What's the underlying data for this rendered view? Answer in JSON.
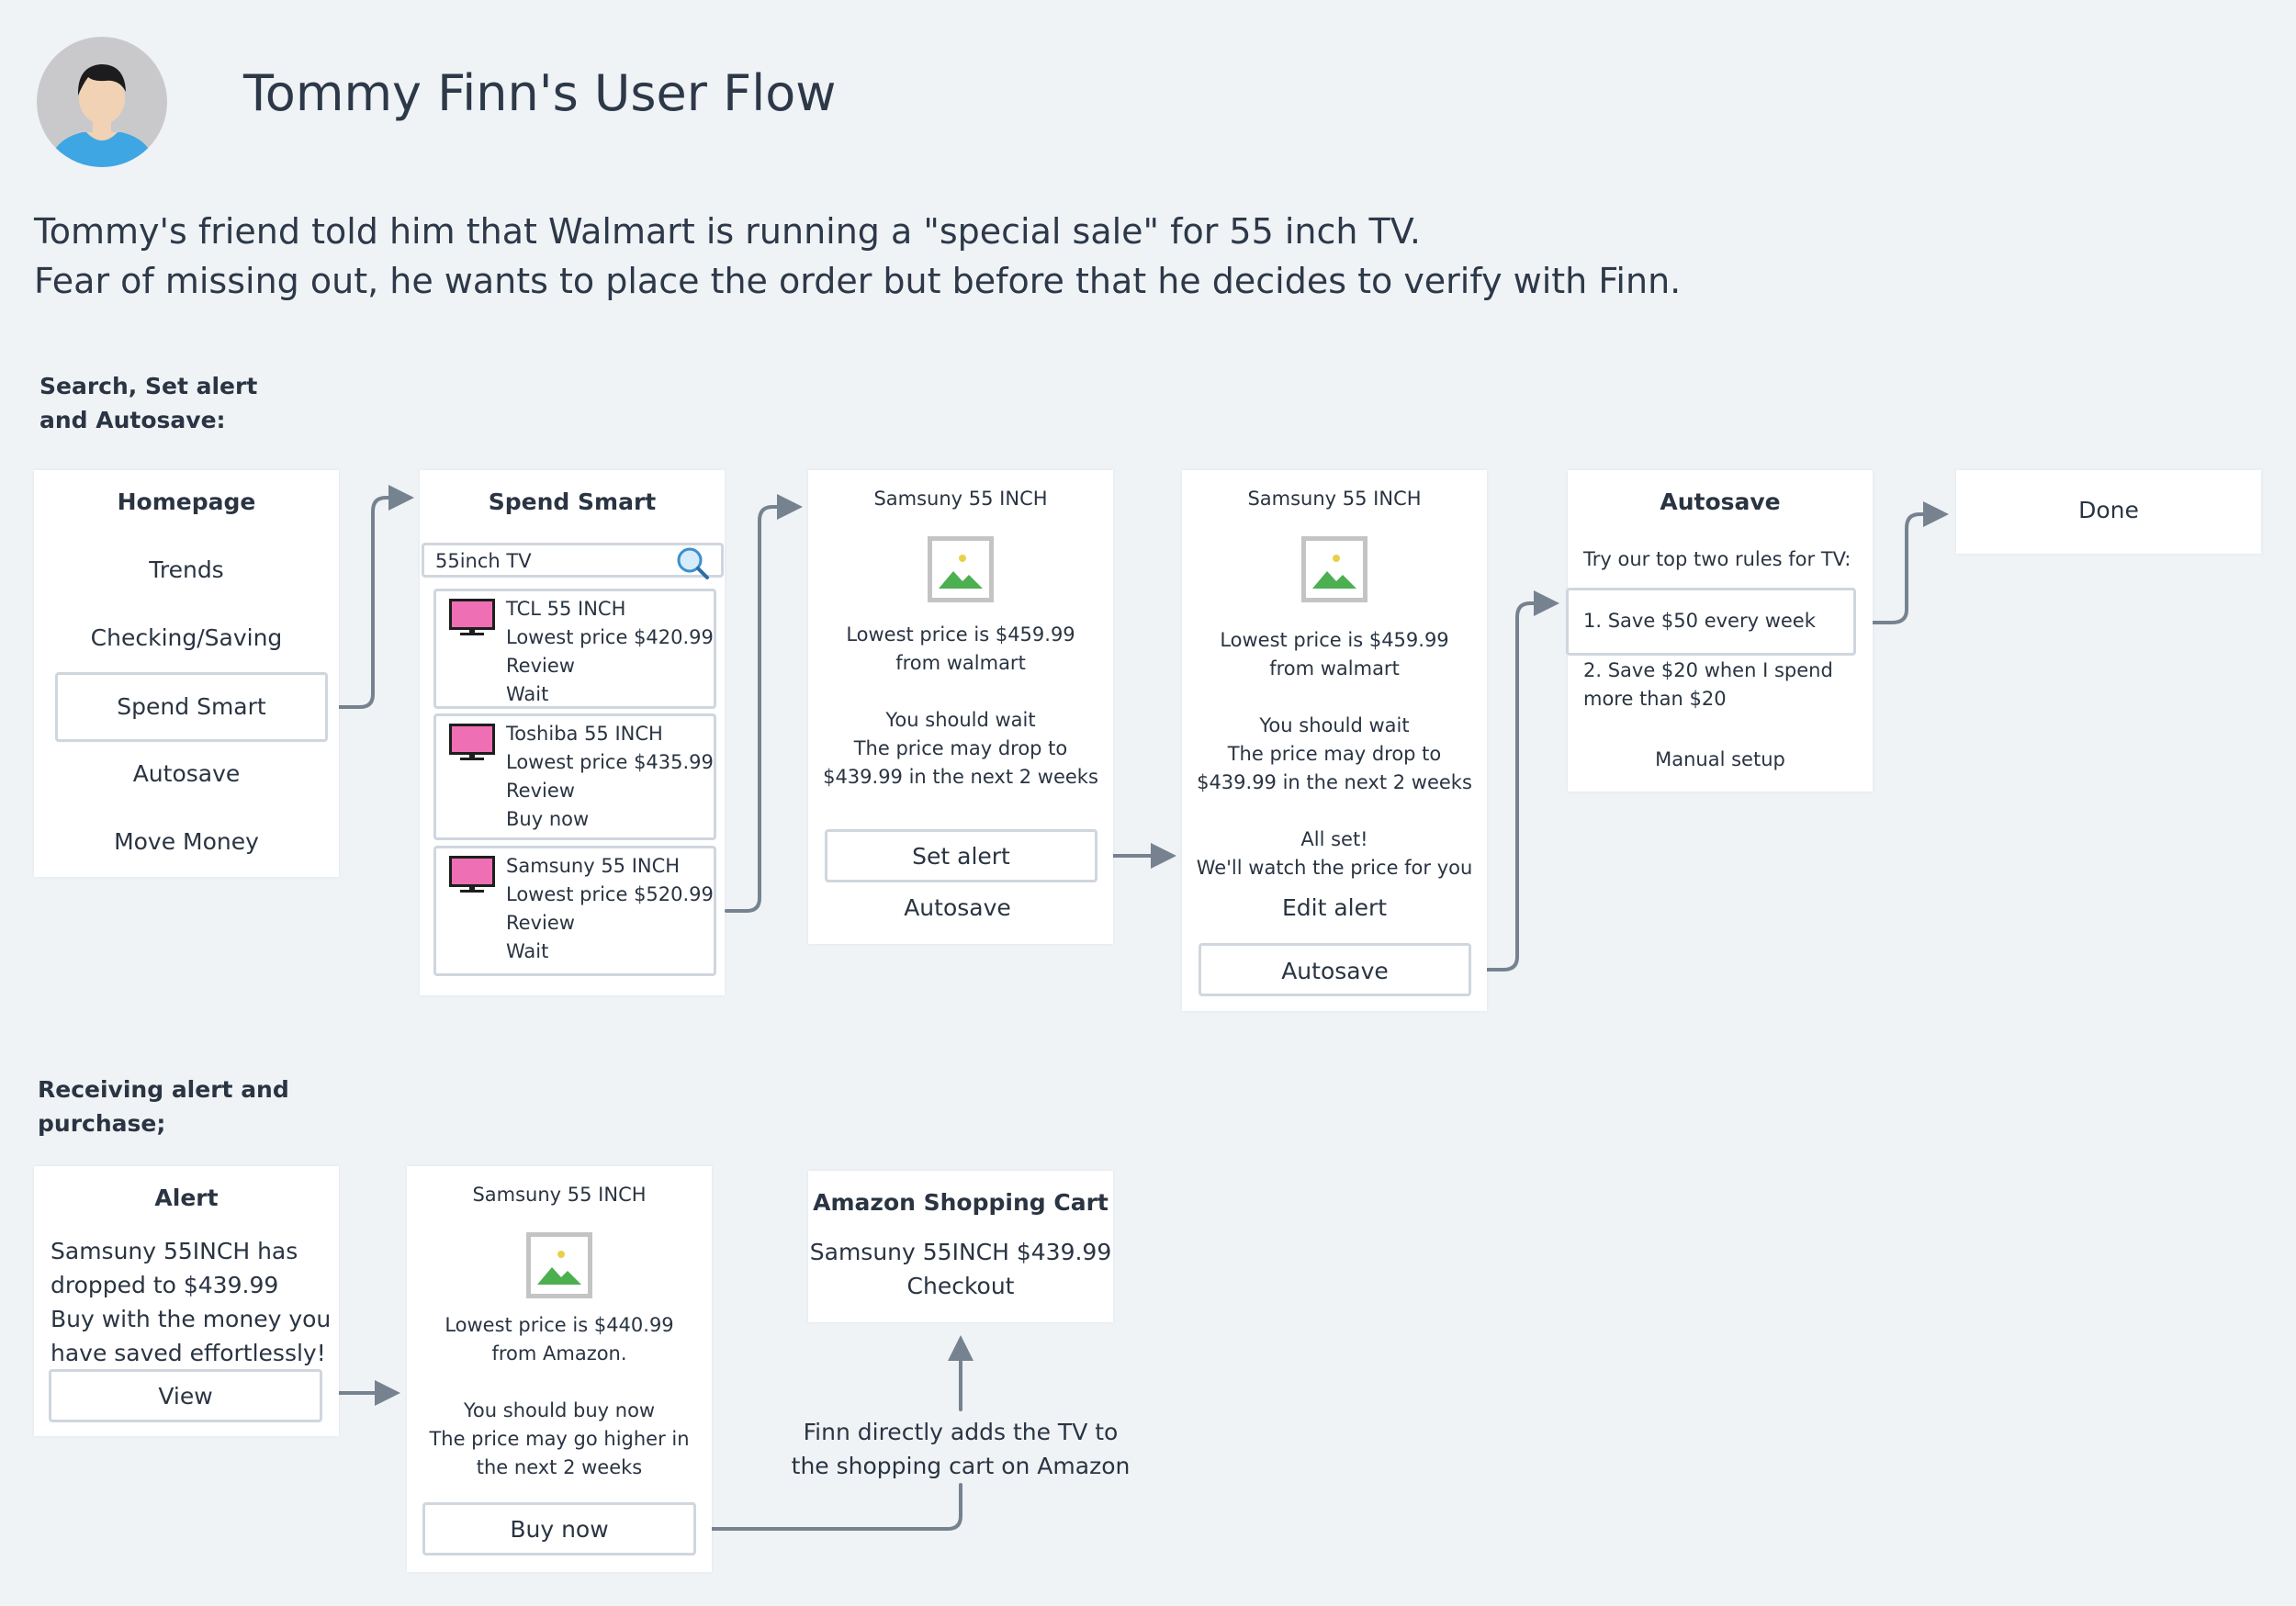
{
  "header": {
    "title": "Tommy Finn's User Flow",
    "intro_line_1": "Tommy's friend told him that Walmart is running a \"special sale\" for 55 inch TV.",
    "intro_line_2": "Fear of missing out, he wants to place the order but before that he decides to verify with Finn."
  },
  "sections": {
    "search_heading_1": "Search, Set alert",
    "search_heading_2": "and Autosave:",
    "receive_heading_1": "Receiving alert and",
    "receive_heading_2": "purchase;"
  },
  "homepage": {
    "title": "Homepage",
    "items": [
      "Trends",
      "Checking/Saving",
      "Spend Smart",
      "Autosave",
      "Move Money"
    ]
  },
  "spend_smart": {
    "title": "Spend Smart",
    "search_value": "55inch TV",
    "results": [
      {
        "name": "TCL 55 INCH",
        "price": "Lowest price $420.99",
        "review": "Review",
        "advice": "Wait"
      },
      {
        "name": "Toshiba 55 INCH",
        "price": "Lowest price $435.99",
        "review": "Review",
        "advice": "Buy now"
      },
      {
        "name": "Samsuny 55 INCH",
        "price": "Lowest price $520.99",
        "review": "Review",
        "advice": "Wait"
      }
    ]
  },
  "detail": {
    "title": "Samsuny 55 INCH",
    "price_line_1": "Lowest price is $459.99",
    "price_line_2": "from walmart",
    "advice_1": "You should wait",
    "advice_2": "The price may drop to",
    "advice_3": "$439.99 in the next 2 weeks",
    "set_alert": "Set alert",
    "autosave": "Autosave"
  },
  "detail_set": {
    "title": "Samsuny 55 INCH",
    "price_line_1": "Lowest price is $459.99",
    "price_line_2": "from walmart",
    "advice_1": "You should wait",
    "advice_2": "The price may drop to",
    "advice_3": "$439.99 in the next 2 weeks",
    "confirm_1": "All set!",
    "confirm_2": "We'll watch the price for you",
    "edit_alert": "Edit alert",
    "autosave": "Autosave"
  },
  "autosave": {
    "title": "Autosave",
    "intro": "Try our top two rules for TV:",
    "rule_1": "1.  Save $50 every week",
    "rule_2a": "2. Save $20 when I spend",
    "rule_2b": "more than $20",
    "manual": "Manual setup"
  },
  "done": {
    "label": "Done"
  },
  "alert": {
    "title": "Alert",
    "line_1": "Samsuny 55INCH has",
    "line_2": "dropped to $439.99",
    "line_3": "Buy with the money you",
    "line_4": "have saved effortlessly!",
    "view": "View"
  },
  "amazon_detail": {
    "title": "Samsuny 55 INCH",
    "price_line_1": "Lowest price is $440.99",
    "price_line_2": "from Amazon.",
    "advice_1": "You should buy now",
    "advice_2": "The price may go higher in",
    "advice_3": "the next 2 weeks",
    "buy_now": "Buy now"
  },
  "cart": {
    "title": "Amazon Shopping Cart",
    "item": "Samsuny 55INCH $439.99",
    "checkout": "Checkout"
  },
  "note": {
    "line_1": "Finn directly adds the TV to",
    "line_2": "the shopping cart on Amazon"
  },
  "colors": {
    "background": "#eff3f6",
    "card": "#ffffff",
    "border": "#cfd6de",
    "arrow": "#76828f",
    "text": "#2a3442",
    "tv_screen": "#ee6fb3"
  },
  "icons": [
    "user-avatar-icon",
    "search-icon",
    "tv-icon",
    "image-placeholder-icon"
  ]
}
